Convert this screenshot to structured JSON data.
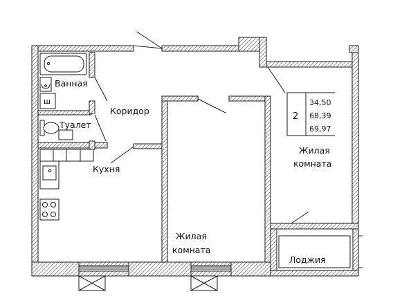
{
  "rooms": {
    "bathroom": "Ванная",
    "corridor": "Коридор",
    "toilet": "Туалет",
    "kitchen": "Кухня",
    "living_room_right_line1": "Жилая",
    "living_room_right_line2": "комната",
    "living_room_center_line1": "Жилая",
    "living_room_center_line2": "комната",
    "loggia": "Лоджия"
  },
  "area_box": {
    "rooms_count": "2",
    "living_area": "34,50",
    "total_area": "68,39",
    "total_area_with_loggia": "69,97"
  }
}
